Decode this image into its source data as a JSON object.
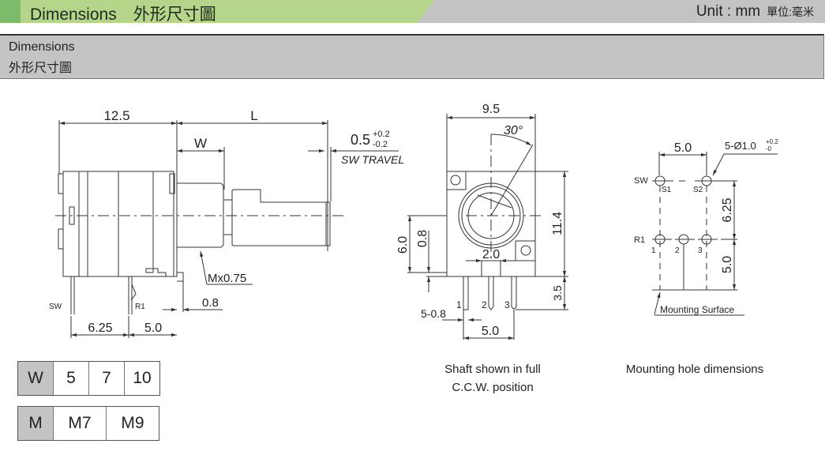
{
  "header": {
    "title": "Dimensions　外形尺寸圖",
    "unit": "Unit : mm",
    "unit_cn": "單位:毫米"
  },
  "section": {
    "title_en": "Dimensions",
    "title_cn": "外形尺寸圖"
  },
  "side_view": {
    "body_length": "12.5",
    "shaft_length": "L",
    "bushing": "W",
    "sw_travel_value": "0.5",
    "sw_travel_plus": "+0.2",
    "sw_travel_minus": "-0.2",
    "sw_travel_label": "SW TRAVEL",
    "thread": "Mx0.75",
    "flange": "0.8",
    "pin_sw": "SW",
    "pin_r1": "R1",
    "pitch_1": "6.25",
    "pitch_2": "5.0"
  },
  "front_view": {
    "width": "9.5",
    "angle": "30°",
    "height": "11.4",
    "center_height": "6.0",
    "offset": "0.8",
    "slot": "2.0",
    "pin_length": "3.5",
    "pin_width": "5-0.8",
    "pin_pitch": "5.0",
    "pin_1": "1",
    "pin_2": "2",
    "pin_3": "3",
    "caption_line1": "Shaft shown in full",
    "caption_line2": "C.C.W. position"
  },
  "hole_view": {
    "pitch_x": "5.0",
    "hole_spec": "5-Ø1.0",
    "hole_tol_plus": "+0.2",
    "hole_tol_minus": "-0",
    "label_sw": "SW",
    "label_s1": "S1",
    "label_s2": "S2",
    "label_r1": "R1",
    "pin_1": "1",
    "pin_2": "2",
    "pin_3": "3",
    "pitch_y1": "6.25",
    "pitch_y2": "5.0",
    "mounting_surface": "Mounting Surface",
    "caption": "Mounting hole dimensions"
  },
  "tables": {
    "w": {
      "header": "W",
      "values": [
        "5",
        "7",
        "10"
      ]
    },
    "m": {
      "header": "M",
      "values": [
        "M7",
        "M9"
      ]
    }
  }
}
